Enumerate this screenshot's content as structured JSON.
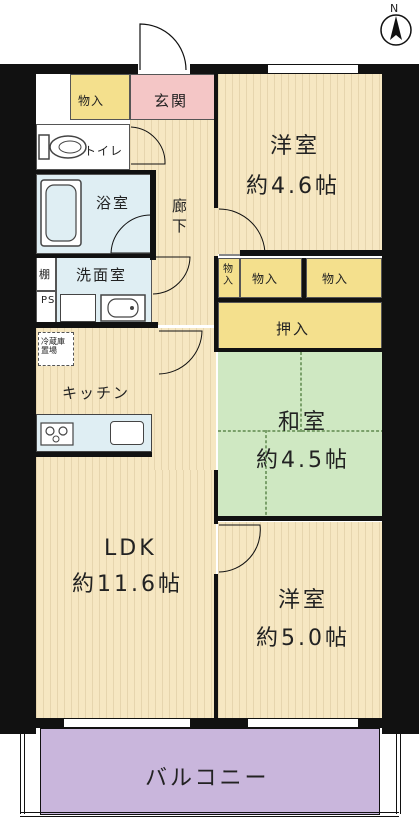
{
  "compass": {
    "north_label": "N"
  },
  "rooms": {
    "western_room_1": {
      "name": "洋室",
      "size": "約4.6帖"
    },
    "japanese_room": {
      "name": "和室",
      "size": "約4.5帖"
    },
    "western_room_2": {
      "name": "洋室",
      "size": "約5.0帖"
    },
    "ldk": {
      "name": "LDK",
      "size": "約11.6帖"
    },
    "kitchen": {
      "name": "キッチン"
    },
    "bathroom": {
      "name": "浴室"
    },
    "washroom": {
      "name": "洗面室"
    },
    "toilet": {
      "name": "トイレ"
    },
    "entrance": {
      "name": "玄関"
    },
    "corridor": {
      "name": "廊下"
    },
    "balcony": {
      "name": "バルコニー"
    }
  },
  "storage": {
    "entry_storage": "物入",
    "small_storage": "物入",
    "storage_a": "物入",
    "storage_b": "物入",
    "oshiire": "押入",
    "shelf": "棚",
    "ps": "PS",
    "fridge": "冷蔵庫置場"
  }
}
